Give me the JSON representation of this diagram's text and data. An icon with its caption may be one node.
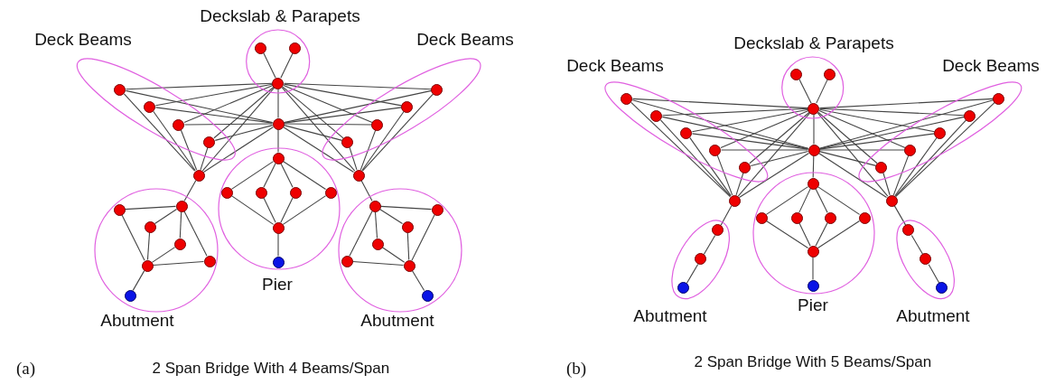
{
  "diagram": {
    "nodes": [
      {
        "text": [
          "Deckslab & Parapets"
        ]
      },
      {
        "text": [],
        "shape": "circle",
        "in": 0
      },
      {
        "text": [],
        "shape": "circle",
        "in": 0
      },
      {
        "text": [],
        "shape": "circle",
        "in": 0
      },
      {
        "text": [
          "Deck Beams"
        ]
      },
      {
        "text": [],
        "shape": "circle",
        "in": 4
      },
      {
        "text": [],
        "shape": "circle",
        "in": 4
      },
      {
        "text": [],
        "shape": "circle",
        "in": 4
      },
      {
        "text": [],
        "shape": "circle",
        "in": 4
      },
      {
        "text": [
          "Deck Beams"
        ]
      },
      {
        "text": [],
        "shape": "circle",
        "in": 9
      },
      {
        "text": [],
        "shape": "circle",
        "in": 9
      },
      {
        "text": [],
        "shape": "circle",
        "in": 9
      },
      {
        "text": [],
        "shape": "circle",
        "in": 9
      },
      {
        "text": [],
        "shape": "circle"
      },
      {
        "text": [],
        "shape": "circle"
      },
      {
        "text": [],
        "shape": "circle"
      },
      {
        "text": [
          "Abutment"
        ]
      },
      {
        "text": [],
        "shape": "circle",
        "in": 17
      },
      {
        "text": [],
        "shape": "circle",
        "in": 17
      },
      {
        "text": [],
        "shape": "circle",
        "in": 17
      },
      {
        "text": [],
        "shape": "circle",
        "in": 17
      },
      {
        "text": [],
        "shape": "circle",
        "in": 17
      },
      {
        "text": [],
        "shape": "circle",
        "in": 17
      },
      {
        "text": [],
        "shape": "circle",
        "in": 17
      },
      {
        "text": [
          "Pier"
        ]
      },
      {
        "text": [],
        "shape": "circle",
        "in": 25
      },
      {
        "text": [],
        "shape": "circle",
        "in": 25
      },
      {
        "text": [],
        "shape": "circle",
        "in": 25
      },
      {
        "text": [],
        "shape": "circle",
        "in": 25
      },
      {
        "text": [],
        "shape": "circle",
        "in": 25
      },
      {
        "text": [],
        "shape": "circle",
        "in": 25
      },
      {
        "text": [],
        "shape": "circle",
        "in": 25
      },
      {
        "text": [
          "Abutment"
        ]
      },
      {
        "text": [],
        "shape": "circle",
        "in": 33
      },
      {
        "text": [],
        "shape": "circle",
        "in": 33
      },
      {
        "text": [],
        "shape": "circle",
        "in": 33
      },
      {
        "text": [],
        "shape": "circle",
        "in": 33
      },
      {
        "text": [],
        "shape": "circle",
        "in": 33
      },
      {
        "text": [],
        "shape": "circle",
        "in": 33
      },
      {
        "text": [],
        "shape": "circle",
        "in": 33
      },
      {
        "text": [
          "Deckslab & Parapets"
        ]
      },
      {
        "text": [],
        "shape": "circle",
        "in": 41
      },
      {
        "text": [],
        "shape": "circle",
        "in": 41
      },
      {
        "text": [],
        "shape": "circle",
        "in": 41
      },
      {
        "text": [
          "Deck Beams"
        ]
      },
      {
        "text": [],
        "shape": "circle",
        "in": 45
      },
      {
        "text": [],
        "shape": "circle",
        "in": 45
      },
      {
        "text": [],
        "shape": "circle",
        "in": 45
      },
      {
        "text": [],
        "shape": "circle",
        "in": 45
      },
      {
        "text": [],
        "shape": "circle",
        "in": 45
      },
      {
        "text": [
          "Deck Beams"
        ]
      },
      {
        "text": [],
        "shape": "circle",
        "in": 51
      },
      {
        "text": [],
        "shape": "circle",
        "in": 51
      },
      {
        "text": [],
        "shape": "circle",
        "in": 51
      },
      {
        "text": [],
        "shape": "circle",
        "in": 51
      },
      {
        "text": [],
        "shape": "circle",
        "in": 51
      },
      {
        "text": [],
        "shape": "circle"
      },
      {
        "text": [],
        "shape": "circle"
      },
      {
        "text": [],
        "shape": "circle"
      },
      {
        "text": [
          "Abutment"
        ]
      },
      {
        "text": [],
        "shape": "circle",
        "in": 60
      },
      {
        "text": [],
        "shape": "circle",
        "in": 60
      },
      {
        "text": [],
        "shape": "circle",
        "in": 60
      },
      {
        "text": [
          "Pier"
        ]
      },
      {
        "text": [],
        "shape": "circle",
        "in": 64
      },
      {
        "text": [],
        "shape": "circle",
        "in": 64
      },
      {
        "text": [],
        "shape": "circle",
        "in": 64
      },
      {
        "text": [],
        "shape": "circle",
        "in": 64
      },
      {
        "text": [],
        "shape": "circle",
        "in": 64
      },
      {
        "text": [],
        "shape": "circle",
        "in": 64
      },
      {
        "text": [],
        "shape": "circle",
        "in": 64
      },
      {
        "text": [
          "Abutment"
        ]
      },
      {
        "text": [],
        "shape": "circle",
        "in": 72
      },
      {
        "text": [],
        "shape": "circle",
        "in": 72
      },
      {
        "text": [],
        "shape": "circle",
        "in": 72
      }
    ],
    "edges": [
      {
        "from": 1,
        "to": 3,
        "arrow": "none"
      },
      {
        "from": 2,
        "to": 3,
        "arrow": "none"
      },
      {
        "from": 3,
        "to": 14,
        "arrow": "none"
      },
      {
        "from": 14,
        "to": 26,
        "arrow": "none"
      },
      {
        "from": 5,
        "to": 3,
        "arrow": "none"
      },
      {
        "from": 5,
        "to": 14,
        "arrow": "none"
      },
      {
        "from": 5,
        "to": 15,
        "arrow": "none"
      },
      {
        "from": 6,
        "to": 3,
        "arrow": "none"
      },
      {
        "from": 6,
        "to": 14,
        "arrow": "none"
      },
      {
        "from": 6,
        "to": 15,
        "arrow": "none"
      },
      {
        "from": 7,
        "to": 3,
        "arrow": "none"
      },
      {
        "from": 7,
        "to": 14,
        "arrow": "none"
      },
      {
        "from": 7,
        "to": 15,
        "arrow": "none"
      },
      {
        "from": 8,
        "to": 3,
        "arrow": "none"
      },
      {
        "from": 8,
        "to": 14,
        "arrow": "none"
      },
      {
        "from": 8,
        "to": 15,
        "arrow": "none"
      },
      {
        "from": 10,
        "to": 3,
        "arrow": "none"
      },
      {
        "from": 10,
        "to": 14,
        "arrow": "none"
      },
      {
        "from": 10,
        "to": 16,
        "arrow": "none"
      },
      {
        "from": 11,
        "to": 3,
        "arrow": "none"
      },
      {
        "from": 11,
        "to": 14,
        "arrow": "none"
      },
      {
        "from": 11,
        "to": 16,
        "arrow": "none"
      },
      {
        "from": 12,
        "to": 3,
        "arrow": "none"
      },
      {
        "from": 12,
        "to": 14,
        "arrow": "none"
      },
      {
        "from": 12,
        "to": 16,
        "arrow": "none"
      },
      {
        "from": 13,
        "to": 3,
        "arrow": "none"
      },
      {
        "from": 13,
        "to": 14,
        "arrow": "none"
      },
      {
        "from": 13,
        "to": 16,
        "arrow": "none"
      },
      {
        "from": 3,
        "to": 15,
        "arrow": "none"
      },
      {
        "from": 14,
        "to": 15,
        "arrow": "none"
      },
      {
        "from": 3,
        "to": 16,
        "arrow": "none"
      },
      {
        "from": 14,
        "to": 16,
        "arrow": "none"
      },
      {
        "from": 15,
        "to": 18,
        "arrow": "none"
      },
      {
        "from": 18,
        "to": 19,
        "arrow": "none"
      },
      {
        "from": 18,
        "to": 20,
        "arrow": "none"
      },
      {
        "from": 18,
        "to": 21,
        "arrow": "none"
      },
      {
        "from": 18,
        "to": 22,
        "arrow": "none"
      },
      {
        "from": 19,
        "to": 23,
        "arrow": "none"
      },
      {
        "from": 20,
        "to": 23,
        "arrow": "none"
      },
      {
        "from": 21,
        "to": 23,
        "arrow": "none"
      },
      {
        "from": 22,
        "to": 23,
        "arrow": "none"
      },
      {
        "from": 23,
        "to": 24,
        "arrow": "none"
      },
      {
        "from": 26,
        "to": 27,
        "arrow": "none"
      },
      {
        "from": 26,
        "to": 28,
        "arrow": "none"
      },
      {
        "from": 26,
        "to": 29,
        "arrow": "none"
      },
      {
        "from": 26,
        "to": 30,
        "arrow": "none"
      },
      {
        "from": 27,
        "to": 31,
        "arrow": "none"
      },
      {
        "from": 28,
        "to": 31,
        "arrow": "none"
      },
      {
        "from": 29,
        "to": 31,
        "arrow": "none"
      },
      {
        "from": 30,
        "to": 31,
        "arrow": "none"
      },
      {
        "from": 31,
        "to": 32,
        "arrow": "none"
      },
      {
        "from": 16,
        "to": 34,
        "arrow": "none"
      },
      {
        "from": 34,
        "to": 35,
        "arrow": "none"
      },
      {
        "from": 34,
        "to": 36,
        "arrow": "none"
      },
      {
        "from": 34,
        "to": 37,
        "arrow": "none"
      },
      {
        "from": 34,
        "to": 38,
        "arrow": "none"
      },
      {
        "from": 35,
        "to": 39,
        "arrow": "none"
      },
      {
        "from": 36,
        "to": 39,
        "arrow": "none"
      },
      {
        "from": 37,
        "to": 39,
        "arrow": "none"
      },
      {
        "from": 38,
        "to": 39,
        "arrow": "none"
      },
      {
        "from": 39,
        "to": 40,
        "arrow": "none"
      },
      {
        "from": 42,
        "to": 44,
        "arrow": "none"
      },
      {
        "from": 43,
        "to": 44,
        "arrow": "none"
      },
      {
        "from": 44,
        "to": 57,
        "arrow": "none"
      },
      {
        "from": 57,
        "to": 65,
        "arrow": "none"
      },
      {
        "from": 46,
        "to": 44,
        "arrow": "none"
      },
      {
        "from": 46,
        "to": 57,
        "arrow": "none"
      },
      {
        "from": 46,
        "to": 58,
        "arrow": "none"
      },
      {
        "from": 47,
        "to": 44,
        "arrow": "none"
      },
      {
        "from": 47,
        "to": 57,
        "arrow": "none"
      },
      {
        "from": 47,
        "to": 58,
        "arrow": "none"
      },
      {
        "from": 48,
        "to": 44,
        "arrow": "none"
      },
      {
        "from": 48,
        "to": 57,
        "arrow": "none"
      },
      {
        "from": 48,
        "to": 58,
        "arrow": "none"
      },
      {
        "from": 49,
        "to": 44,
        "arrow": "none"
      },
      {
        "from": 49,
        "to": 57,
        "arrow": "none"
      },
      {
        "from": 49,
        "to": 58,
        "arrow": "none"
      },
      {
        "from": 50,
        "to": 44,
        "arrow": "none"
      },
      {
        "from": 50,
        "to": 57,
        "arrow": "none"
      },
      {
        "from": 50,
        "to": 58,
        "arrow": "none"
      },
      {
        "from": 52,
        "to": 44,
        "arrow": "none"
      },
      {
        "from": 52,
        "to": 57,
        "arrow": "none"
      },
      {
        "from": 52,
        "to": 59,
        "arrow": "none"
      },
      {
        "from": 53,
        "to": 44,
        "arrow": "none"
      },
      {
        "from": 53,
        "to": 57,
        "arrow": "none"
      },
      {
        "from": 53,
        "to": 59,
        "arrow": "none"
      },
      {
        "from": 54,
        "to": 44,
        "arrow": "none"
      },
      {
        "from": 54,
        "to": 57,
        "arrow": "none"
      },
      {
        "from": 54,
        "to": 59,
        "arrow": "none"
      },
      {
        "from": 55,
        "to": 44,
        "arrow": "none"
      },
      {
        "from": 55,
        "to": 57,
        "arrow": "none"
      },
      {
        "from": 55,
        "to": 59,
        "arrow": "none"
      },
      {
        "from": 56,
        "to": 44,
        "arrow": "none"
      },
      {
        "from": 56,
        "to": 57,
        "arrow": "none"
      },
      {
        "from": 56,
        "to": 59,
        "arrow": "none"
      },
      {
        "from": 44,
        "to": 58,
        "arrow": "none"
      },
      {
        "from": 57,
        "to": 58,
        "arrow": "none"
      },
      {
        "from": 44,
        "to": 59,
        "arrow": "none"
      },
      {
        "from": 57,
        "to": 59,
        "arrow": "none"
      },
      {
        "from": 58,
        "to": 61,
        "arrow": "none"
      },
      {
        "from": 61,
        "to": 62,
        "arrow": "none"
      },
      {
        "from": 62,
        "to": 63,
        "arrow": "none"
      },
      {
        "from": 65,
        "to": 66,
        "arrow": "none"
      },
      {
        "from": 65,
        "to": 67,
        "arrow": "none"
      },
      {
        "from": 65,
        "to": 68,
        "arrow": "none"
      },
      {
        "from": 65,
        "to": 69,
        "arrow": "none"
      },
      {
        "from": 66,
        "to": 70,
        "arrow": "none"
      },
      {
        "from": 67,
        "to": 70,
        "arrow": "none"
      },
      {
        "from": 68,
        "to": 70,
        "arrow": "none"
      },
      {
        "from": 69,
        "to": 70,
        "arrow": "none"
      },
      {
        "from": 70,
        "to": 71,
        "arrow": "none"
      },
      {
        "from": 59,
        "to": 73,
        "arrow": "none"
      },
      {
        "from": 73,
        "to": 74,
        "arrow": "none"
      },
      {
        "from": 74,
        "to": 75,
        "arrow": "none"
      }
    ],
    "labels": [
      "(a)",
      "2 Span Bridge With 4 Beams/Span",
      "(b)",
      "2 Span Bridge With 5 Beams/Span"
    ]
  }
}
